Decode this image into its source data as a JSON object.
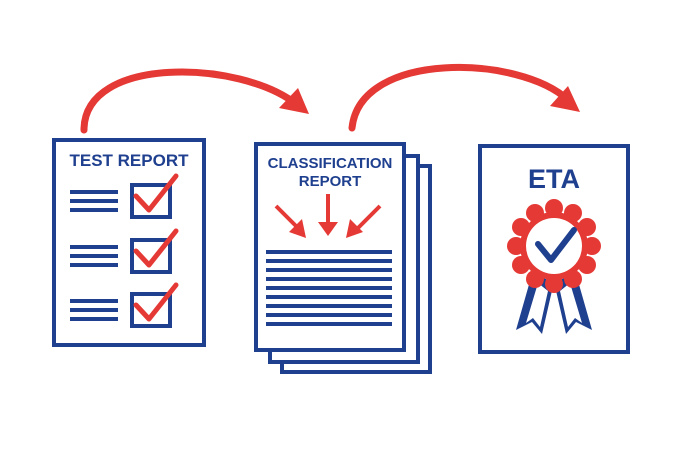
{
  "colors": {
    "navy": "#1f3f8f",
    "red": "#e53935",
    "background": "#ffffff"
  },
  "documents": [
    {
      "id": "test-report",
      "title_lines": [
        "TEST REPORT"
      ],
      "icon": "checklist-icon"
    },
    {
      "id": "classification-report",
      "title_lines": [
        "CLASSIFICATION",
        "REPORT"
      ],
      "icon": "converging-arrows-icon"
    },
    {
      "id": "eta",
      "title_lines": [
        "ETA"
      ],
      "icon": "award-rosette-icon"
    }
  ],
  "flow_arrows": [
    {
      "from": "test-report",
      "to": "classification-report"
    },
    {
      "from": "classification-report",
      "to": "eta"
    }
  ]
}
